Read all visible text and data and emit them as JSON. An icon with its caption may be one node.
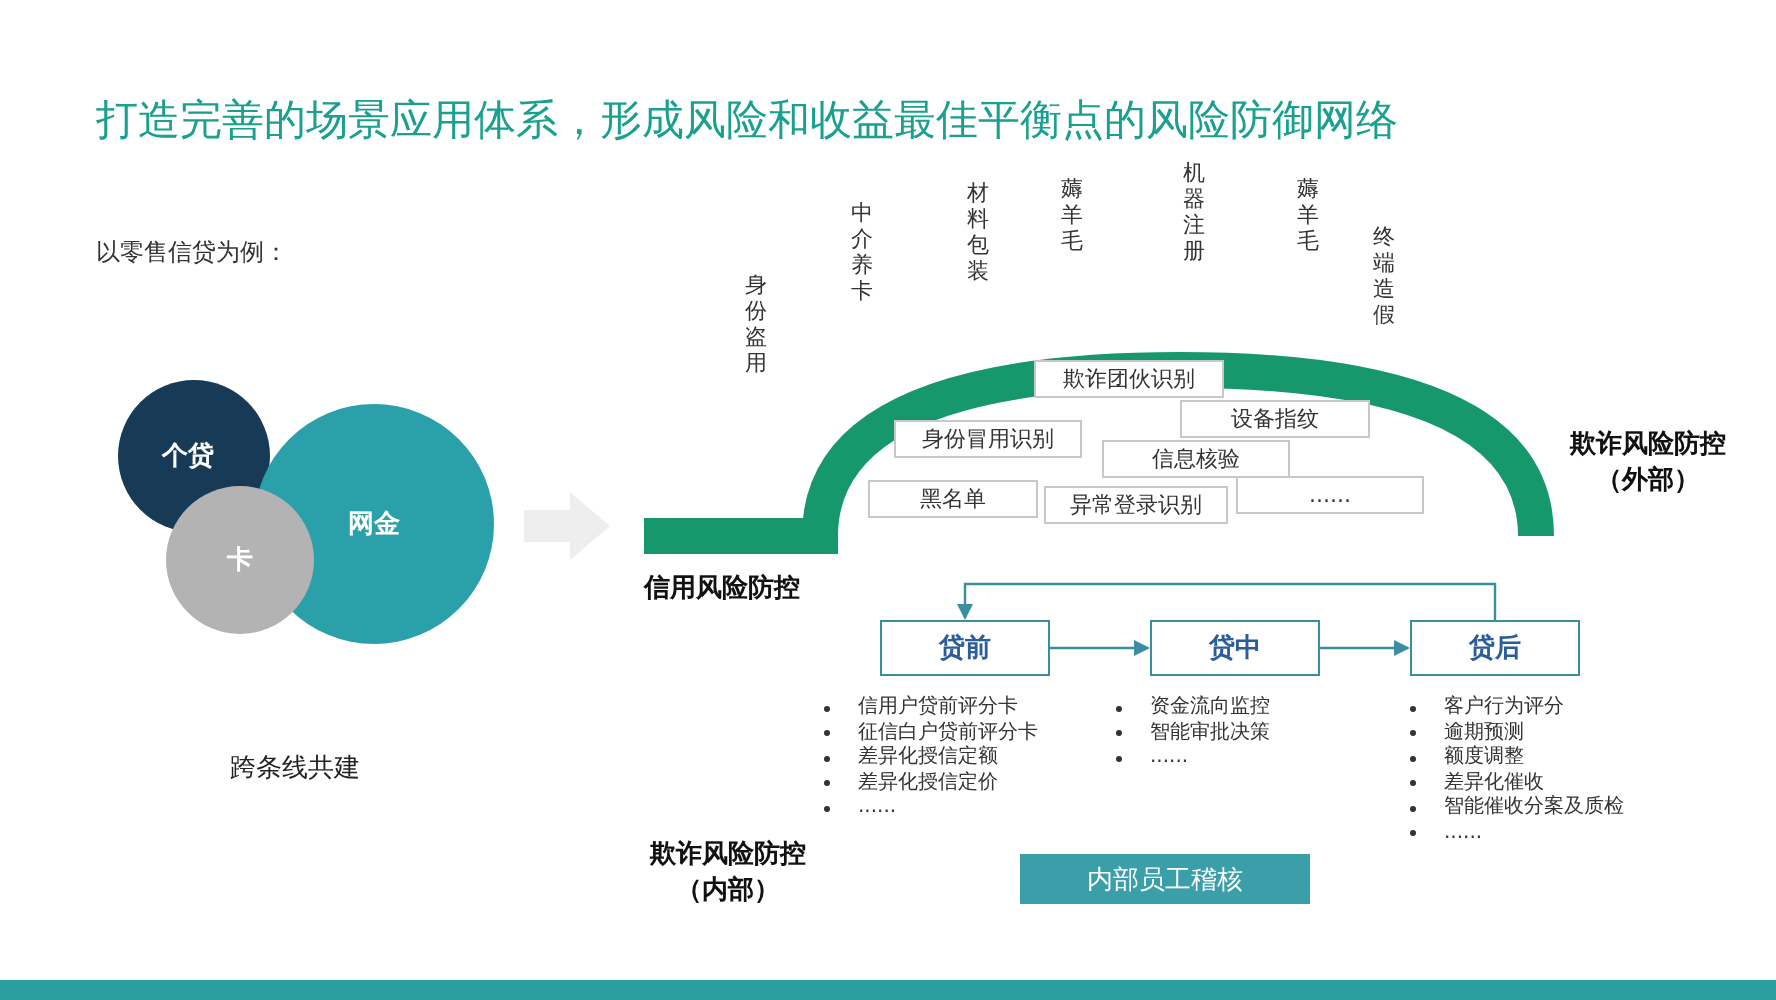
{
  "diagram": {
    "title": "打造完善的场景应用体系，形成风险和收益最佳平衡点的风险防御网络",
    "nodes": [
      {
        "text": [
          "个贷"
        ]
      },
      {
        "text": [
          "网金"
        ]
      },
      {
        "text": [
          "卡"
        ]
      },
      {
        "text": [
          "欺诈团伙识别"
        ]
      },
      {
        "text": [
          "设备指纹"
        ]
      },
      {
        "text": [
          "身份冒用识别"
        ]
      },
      {
        "text": [
          "信息核验"
        ]
      },
      {
        "text": [
          "黑名单"
        ]
      },
      {
        "text": [
          "异常登录识别"
        ]
      },
      {
        "text": [
          "......"
        ]
      },
      {
        "text": [
          "贷前"
        ],
        "beside": [
          "信用户贷前评分卡",
          "征信白户贷前评分卡",
          "差异化授信定额",
          "差异化授信定价",
          "......"
        ]
      },
      {
        "text": [
          "贷中"
        ],
        "beside": [
          "资金流向监控",
          "智能审批决策",
          "......"
        ]
      },
      {
        "text": [
          "贷后"
        ],
        "beside": [
          "客户行为评分",
          "逾期预测",
          "额度调整",
          "差异化催收",
          "智能催收分案及质检",
          "......"
        ]
      },
      {
        "text": [
          "内部员工稽核"
        ]
      }
    ],
    "edges": [
      {
        "from": 10,
        "to": 11,
        "arrow": "to"
      },
      {
        "from": 11,
        "to": 12,
        "arrow": "to"
      },
      {
        "from": 12,
        "to": 10,
        "arrow": "to"
      }
    ],
    "labels": [
      "以零售信贷为例：",
      "跨条线共建",
      "身份盗用",
      "中介养卡",
      "材料包装",
      "薅羊毛",
      "机器注册",
      "薅羊毛",
      "终端造假",
      "欺诈风险防控（外部）",
      "信用风险防控",
      "欺诈风险防控（内部）"
    ]
  }
}
